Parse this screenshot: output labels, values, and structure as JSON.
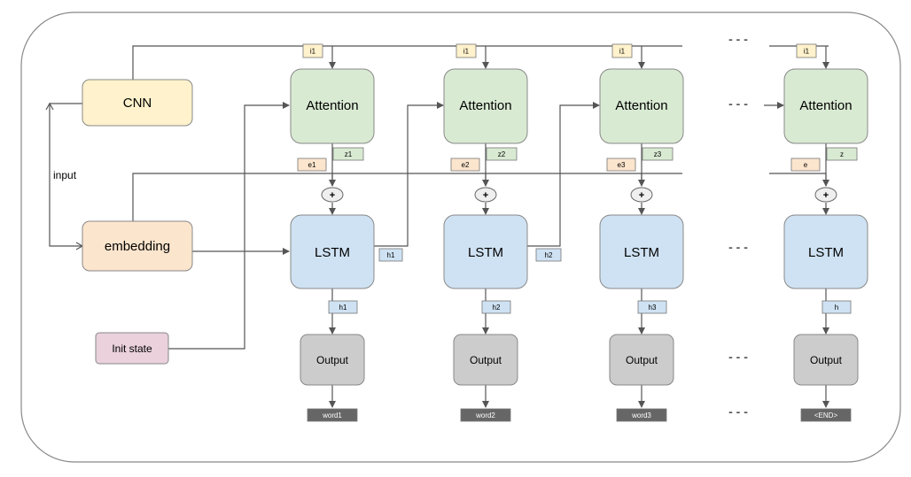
{
  "colors": {
    "cnn": "#fff2cc",
    "embedding": "#fce5cd",
    "init_state": "#ead1dc",
    "attention": "#d9ead3",
    "lstm": "#cfe2f3",
    "output": "#cccccc",
    "tag_image": "#fff2cc",
    "tag_z": "#d9ead3",
    "tag_e": "#fce5cd",
    "tag_h": "#cfe2f3",
    "tag_word": "#666666"
  },
  "inputs": {
    "cnn": "CNN",
    "embedding": "embedding",
    "init_state": "Init state",
    "input_label": "input"
  },
  "ellipsis": "- - -",
  "plus_icon": "+",
  "steps": [
    {
      "image_tag": "i1",
      "attention": "Attention",
      "z_tag": "z1",
      "e_tag": "e1",
      "lstm": "LSTM",
      "h_side": "h1",
      "h_tag": "h1",
      "output": "Output",
      "word": "word1"
    },
    {
      "image_tag": "i1",
      "attention": "Attention",
      "z_tag": "z2",
      "e_tag": "e2",
      "lstm": "LSTM",
      "h_side": "h2",
      "h_tag": "h2",
      "output": "Output",
      "word": "word2"
    },
    {
      "image_tag": "i1",
      "attention": "Attention",
      "z_tag": "z3",
      "e_tag": "e3",
      "lstm": "LSTM",
      "h_side": "",
      "h_tag": "h3",
      "output": "Output",
      "word": "word3"
    },
    {
      "image_tag": "i1",
      "attention": "Attention",
      "z_tag": "z",
      "e_tag": "e",
      "lstm": "LSTM",
      "h_side": "",
      "h_tag": "h",
      "output": "Output",
      "word": "<END>"
    }
  ]
}
